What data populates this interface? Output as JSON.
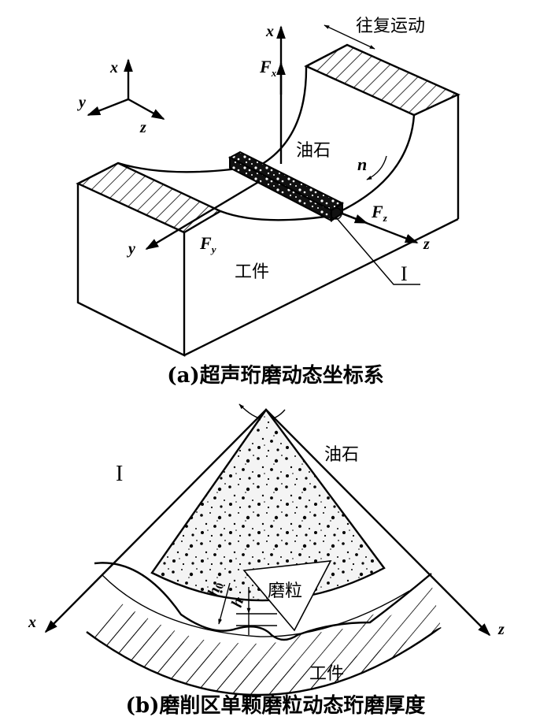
{
  "figure_a": {
    "caption": "(a)超声珩磨动态坐标系",
    "reference_axes": {
      "x": "x",
      "y": "y",
      "z": "z"
    },
    "motion_label": "往复运动",
    "stone_label": "油石",
    "workpiece_label": "工件",
    "rotation_label": "n",
    "force_x": {
      "main": "F",
      "sub": "x"
    },
    "force_y": {
      "main": "F",
      "sub": "y"
    },
    "force_z": {
      "main": "F",
      "sub": "z"
    },
    "axis_x": "x",
    "axis_y": "y",
    "axis_z": "z",
    "detail_callout": "I"
  },
  "figure_b": {
    "caption": "(b)磨削区单颗磨粒动态珩磨厚度",
    "detail_label": "I",
    "stone_label": "油石",
    "grain_label": "磨粒",
    "workpiece_label": "工件",
    "h0_main": "h",
    "h0_sub": "0",
    "h_label": "h",
    "axis_x": "x",
    "axis_z": "z"
  },
  "colors": {
    "ink": "#000000",
    "background": "#ffffff",
    "stone_fill": "#f4f4f4"
  }
}
